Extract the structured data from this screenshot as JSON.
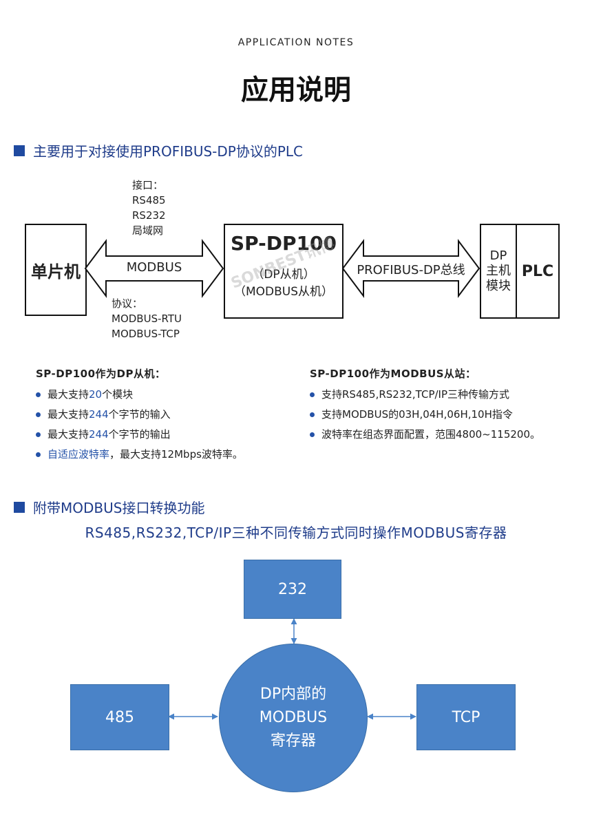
{
  "header": {
    "eyebrow": "APPLICATION NOTES",
    "title": "应用说明"
  },
  "section1": {
    "heading": "主要用于对接使用PROFIBUS-DP协议的PLC"
  },
  "diagram1": {
    "mcu_label": "单片机",
    "modbus_arrow_label": "MODBUS",
    "interface_label": "接口：",
    "interfaces": [
      "RS485",
      "RS232",
      "局域网"
    ],
    "protocol_label": "协议：",
    "protocols": [
      "MODBUS-RTU",
      "MODBUS-TCP"
    ],
    "device_name": "SP-DP100",
    "device_role1": "（DP从机）",
    "device_role2": "（MODBUS从机）",
    "profibus_arrow_label": "PROFIBUS-DP总线",
    "dp_module_lines": [
      "DP",
      "主机",
      "模块"
    ],
    "plc_label": "PLC",
    "watermark": "SONBEST讯博"
  },
  "features": {
    "left_title": "SP-DP100作为DP从机：",
    "left_items": [
      {
        "pre": "最大支持",
        "hl": "20",
        "post": "个模块"
      },
      {
        "pre": "最大支持",
        "hl": "244",
        "post": "个字节的输入"
      },
      {
        "pre": "最大支持",
        "hl": "244",
        "post": "个字节的输出"
      },
      {
        "pre": "",
        "hl": "自适应波特率",
        "post": "，最大支持12Mbps波特率。"
      }
    ],
    "right_title": "SP-DP100作为MODBUS从站：",
    "right_items": [
      "支持RS485,RS232,TCP/IP三种传输方式",
      "支持MODBUS的03H,04H,06H,10H指令",
      "波特率在组态界面配置，范围4800~115200。"
    ]
  },
  "section2": {
    "heading": "附带MODBUS接口转换功能",
    "subheading": "RS485,RS232,TCP/IP三种不同传输方式同时操作MODBUS寄存器"
  },
  "diagram2": {
    "top_box": "232",
    "left_box": "485",
    "right_box": "TCP",
    "center_lines": [
      "DP内部的",
      "MODBUS",
      "寄存器"
    ],
    "colors": {
      "fill": "#4a83c8",
      "arrow": "#4a83c8"
    }
  }
}
